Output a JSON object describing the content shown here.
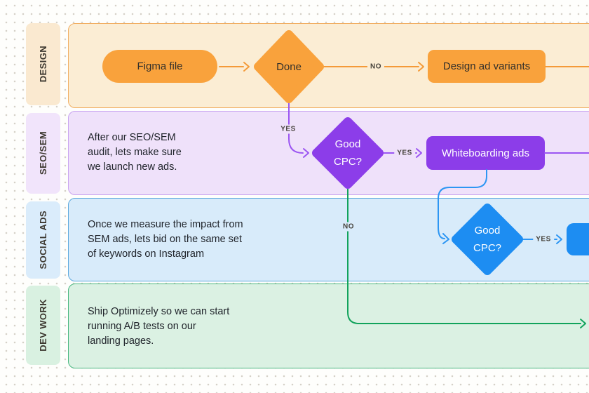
{
  "lanes": [
    {
      "label": "DESIGN",
      "accent": "#F9A23C",
      "band_bg": "#FBEDD4"
    },
    {
      "label": "SEO/SEM",
      "accent": "#8C3DE9",
      "band_bg": "#EFE1FA",
      "description": {
        "lines": [
          "After our SEO/SEM",
          "audit, lets make sure",
          "we launch new ads."
        ]
      }
    },
    {
      "label": "SOCIAL ADS",
      "accent": "#1D8DF2",
      "band_bg": "#D8EBFA",
      "description": {
        "lines": [
          "Once we measure the impact from",
          "SEM ads, lets bid on the same set",
          "of keywords on Instagram"
        ]
      }
    },
    {
      "label": "DEV WORK",
      "accent": "#12A35C",
      "band_bg": "#DBF1E3",
      "description": {
        "lines": [
          "Ship Optimizely so we can start",
          "running A/B tests on our",
          "landing pages."
        ]
      }
    }
  ],
  "nodes": {
    "figma_file": {
      "label": "Figma file",
      "color": "#F9A23C",
      "shape": "pill"
    },
    "done": {
      "label": "Done",
      "color": "#F9A23C",
      "shape": "diamond"
    },
    "design_ad_variants": {
      "label": "Design ad variants",
      "color": "#F9A23C",
      "shape": "rect"
    },
    "good_cpc_sem": {
      "line1": "Good",
      "line2": "CPC?",
      "color": "#8C3DE9",
      "shape": "diamond"
    },
    "whiteboarding_ads": {
      "label": "Whiteboarding ads",
      "color": "#8C3DE9",
      "shape": "rect"
    },
    "good_cpc_social": {
      "line1": "Good",
      "line2": "CPC?",
      "color": "#1D8DF2",
      "shape": "diamond"
    },
    "clipped_social_node": {
      "label": "",
      "color": "#1D8DF2",
      "shape": "rect"
    }
  },
  "edge_labels": {
    "done_no": "NO",
    "done_yes": "YES",
    "sem_cpc_yes": "YES",
    "sem_cpc_no": "NO",
    "social_cpc_yes": "YES"
  },
  "connector_colors": {
    "orange": "#F49A38",
    "purple": "#9B55F2",
    "blue": "#2D96F3",
    "green": "#12A35C"
  }
}
